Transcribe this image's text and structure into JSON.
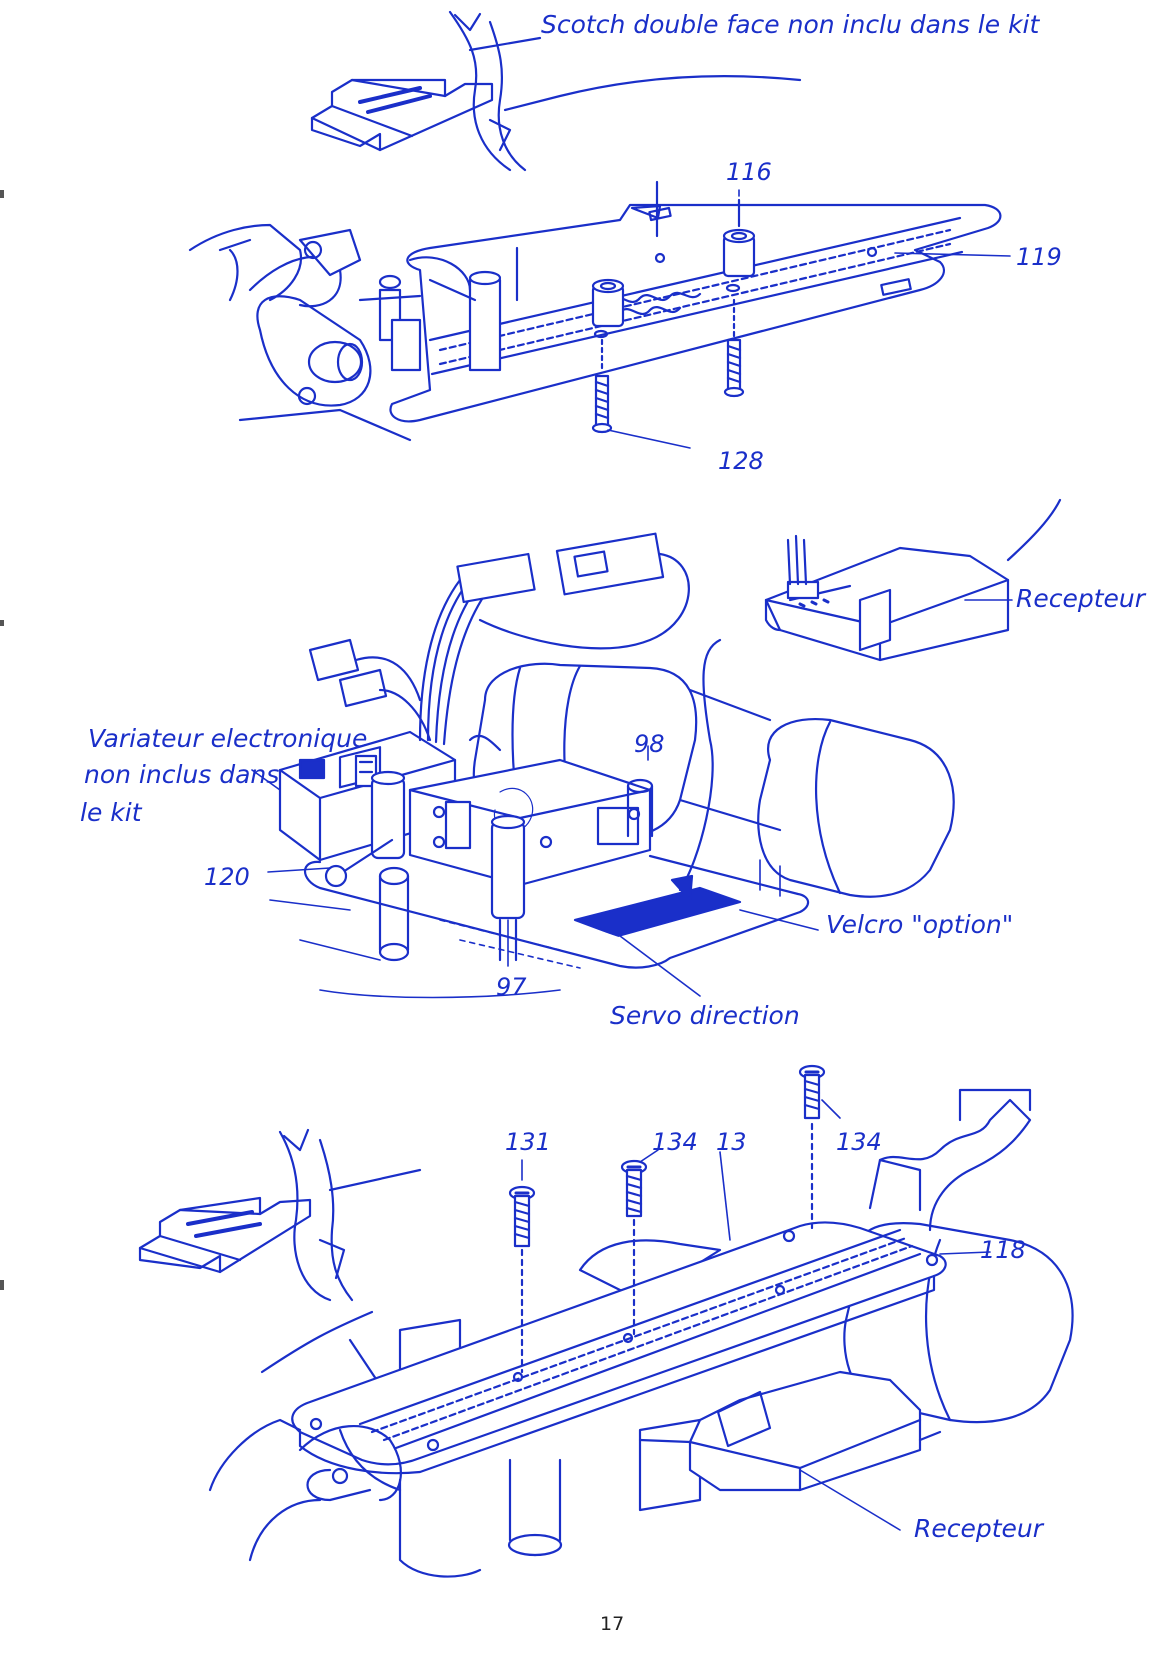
{
  "colors": {
    "ink": "#1a2fc9",
    "page": "#ffffff",
    "page_number_ink": "#222222"
  },
  "diagram1": {
    "label_tape": "Scotch double face non inclu dans le kit",
    "part_116": "116",
    "part_119": "119",
    "part_128": "128"
  },
  "diagram2": {
    "label_receiver": "Recepteur",
    "label_esc_line1": "Variateur electronique",
    "label_esc_line2": "non inclus dans",
    "label_esc_line3": "le kit",
    "part_98": "98",
    "part_120": "120",
    "part_97": "97",
    "label_velcro": "Velcro \"option\"",
    "label_servo": "Servo direction"
  },
  "diagram3": {
    "part_131": "131",
    "part_134_left": "134",
    "part_13": "13",
    "part_134_right": "134",
    "part_118": "118",
    "label_receiver": "Recepteur"
  },
  "page_number": "17"
}
